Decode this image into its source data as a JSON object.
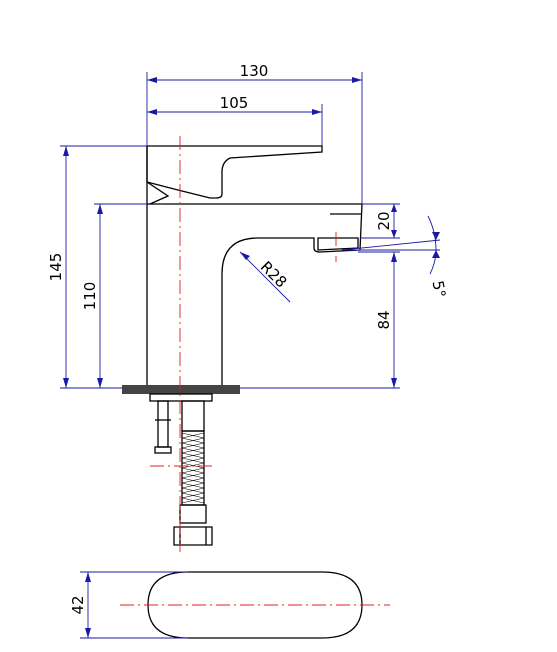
{
  "colors": {
    "outline": "#000000",
    "dimension": "#1a1aa6",
    "centerline": "#e02020"
  },
  "dimensions": {
    "overall_length": "130",
    "lever_length": "105",
    "overall_height": "145",
    "spout_height": "110",
    "spout_thickness": "20",
    "outlet_height": "84",
    "bend_radius": "R28",
    "outlet_angle": "5°",
    "base_width": "42"
  }
}
